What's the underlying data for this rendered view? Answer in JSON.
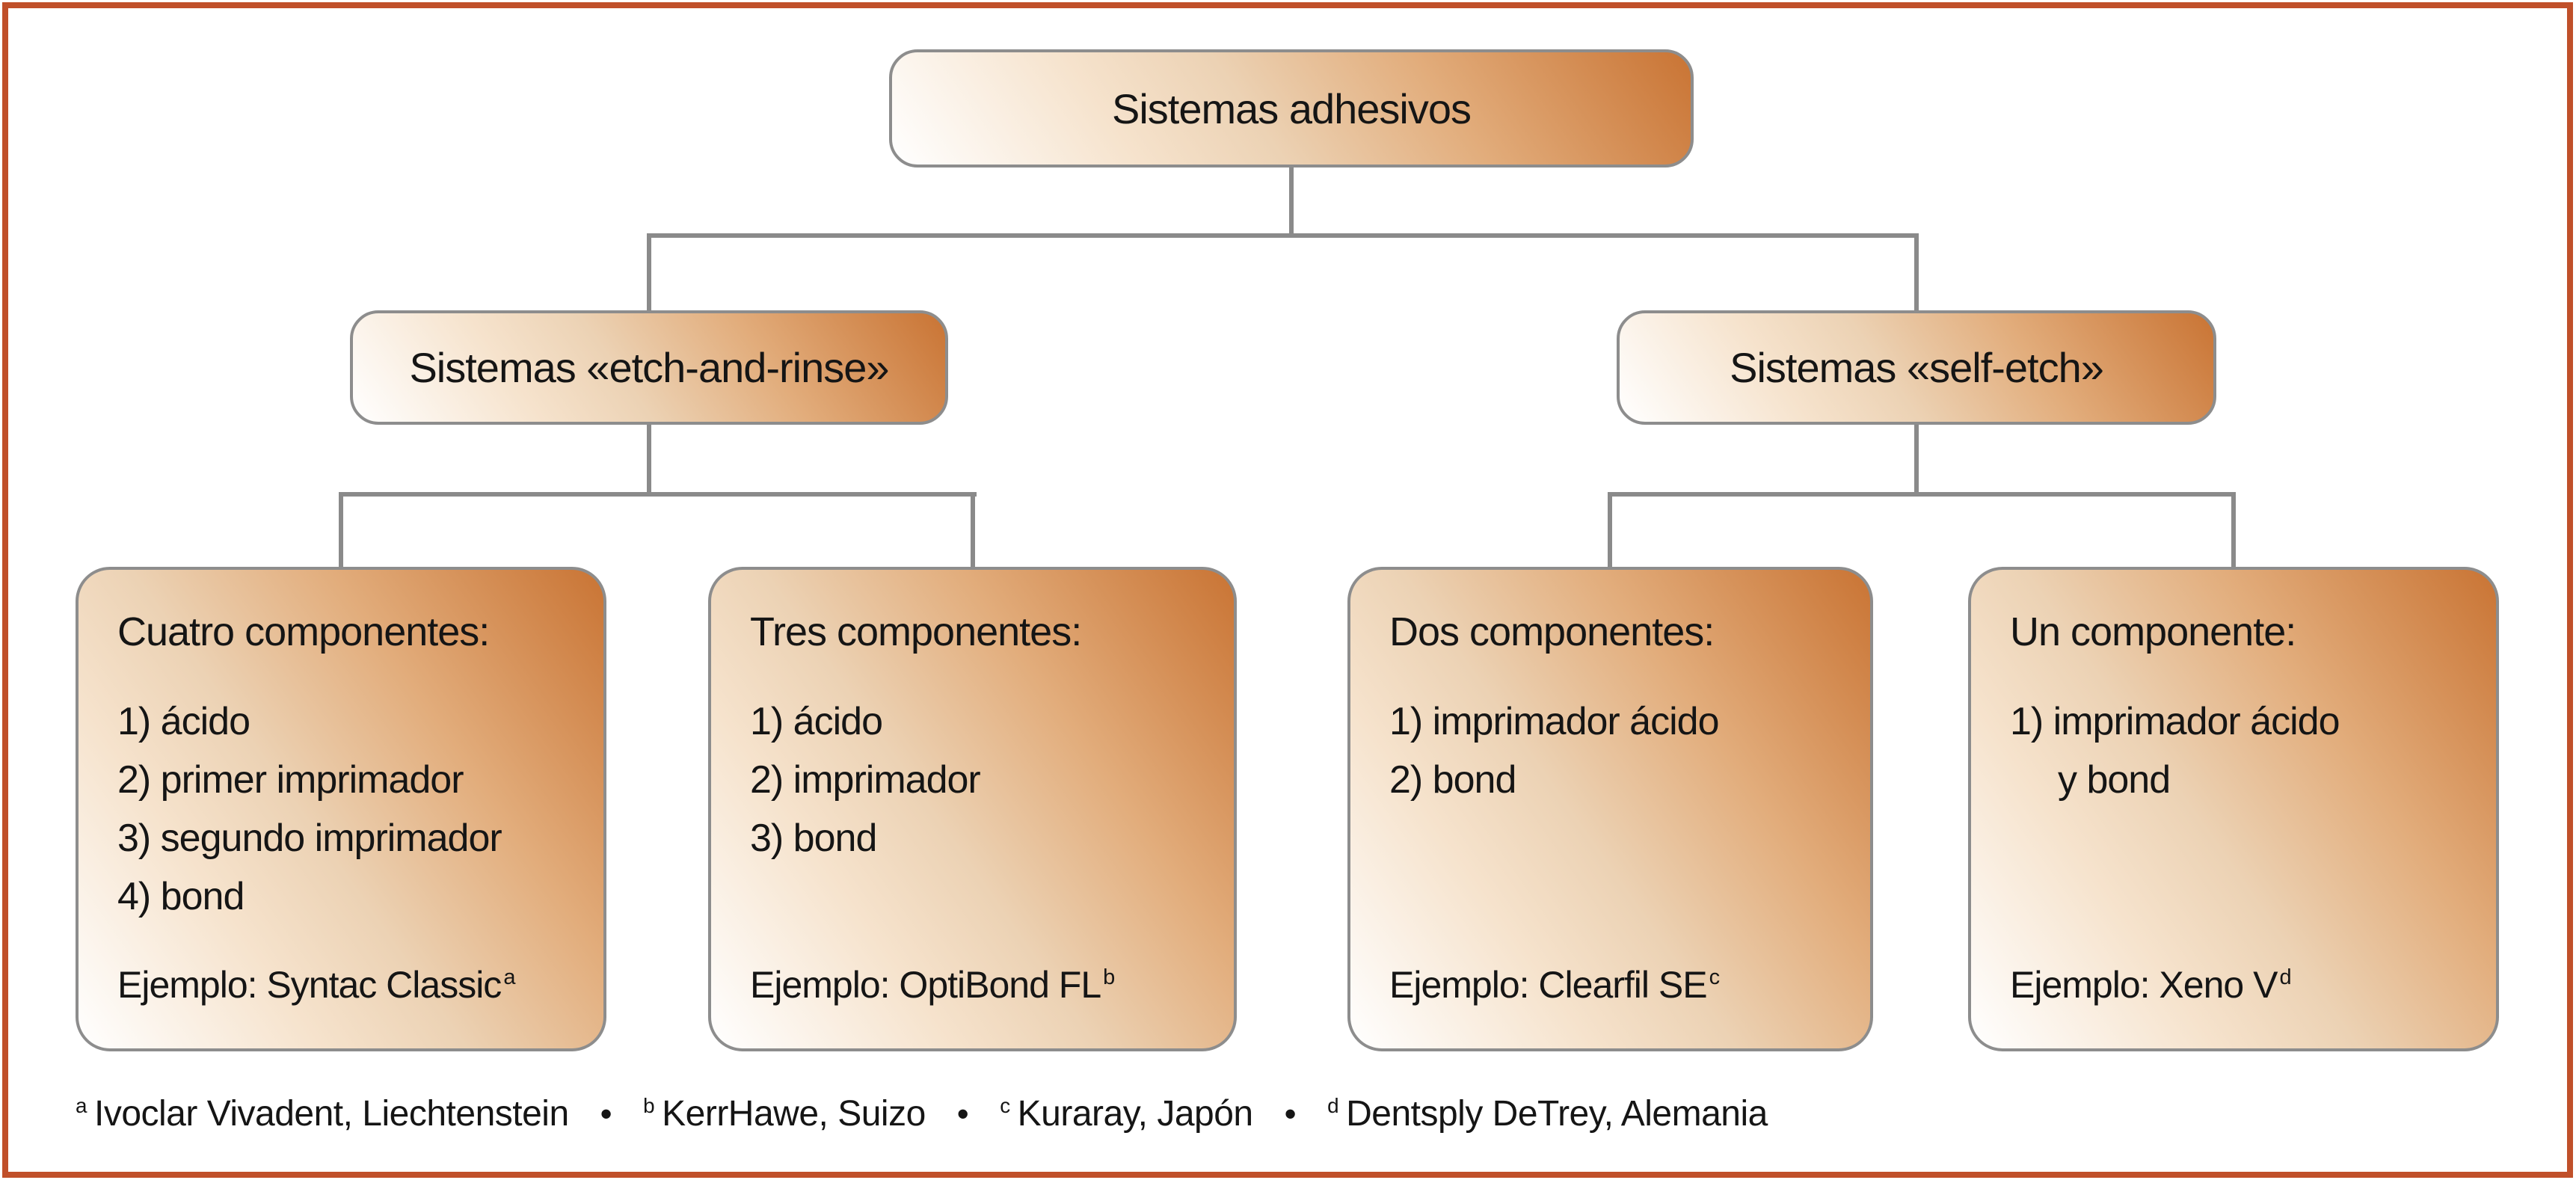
{
  "root": {
    "label": "Sistemas adhesivos"
  },
  "level2": [
    {
      "label": "Sistemas «etch-and-rinse»"
    },
    {
      "label": "Sistemas «self-etch»"
    }
  ],
  "boxes": [
    {
      "heading": "Cuatro componentes:",
      "items": [
        "1) ácido",
        "2) primer imprimador",
        "3) segundo imprimador",
        "4) bond"
      ],
      "example": "Ejemplo: Syntac Classic",
      "example_sup": "a"
    },
    {
      "heading": "Tres componentes:",
      "items": [
        "1) ácido",
        "2) imprimador",
        "3) bond"
      ],
      "example": "Ejemplo: OptiBond FL",
      "example_sup": "b"
    },
    {
      "heading": "Dos componentes:",
      "items": [
        "1) imprimador ácido",
        "2) bond"
      ],
      "example": "Ejemplo: Clearfil SE",
      "example_sup": "c"
    },
    {
      "heading": "Un componente:",
      "items": [
        "1) imprimador ácido",
        "y bond"
      ],
      "example": "Ejemplo: Xeno V",
      "example_sup": "d"
    }
  ],
  "footnotes": {
    "bullet": "•",
    "items": [
      {
        "sup": "a",
        "text": "Ivoclar Vivadent, Liechtenstein"
      },
      {
        "sup": "b",
        "text": "KerrHawe, Suizo"
      },
      {
        "sup": "c",
        "text": "Kuraray, Japón"
      },
      {
        "sup": "d",
        "text": "Dentsply DeTrey, Alemania"
      }
    ]
  },
  "colors": {
    "frame-red": "#c0502a",
    "line-gray": "#8a8a8a",
    "box-border": "#8d8d8d",
    "grad-light": "#ffffff",
    "grad-mid": "#ecd2b4",
    "grad-deep": "#c97434",
    "text-dark": "#151515"
  }
}
